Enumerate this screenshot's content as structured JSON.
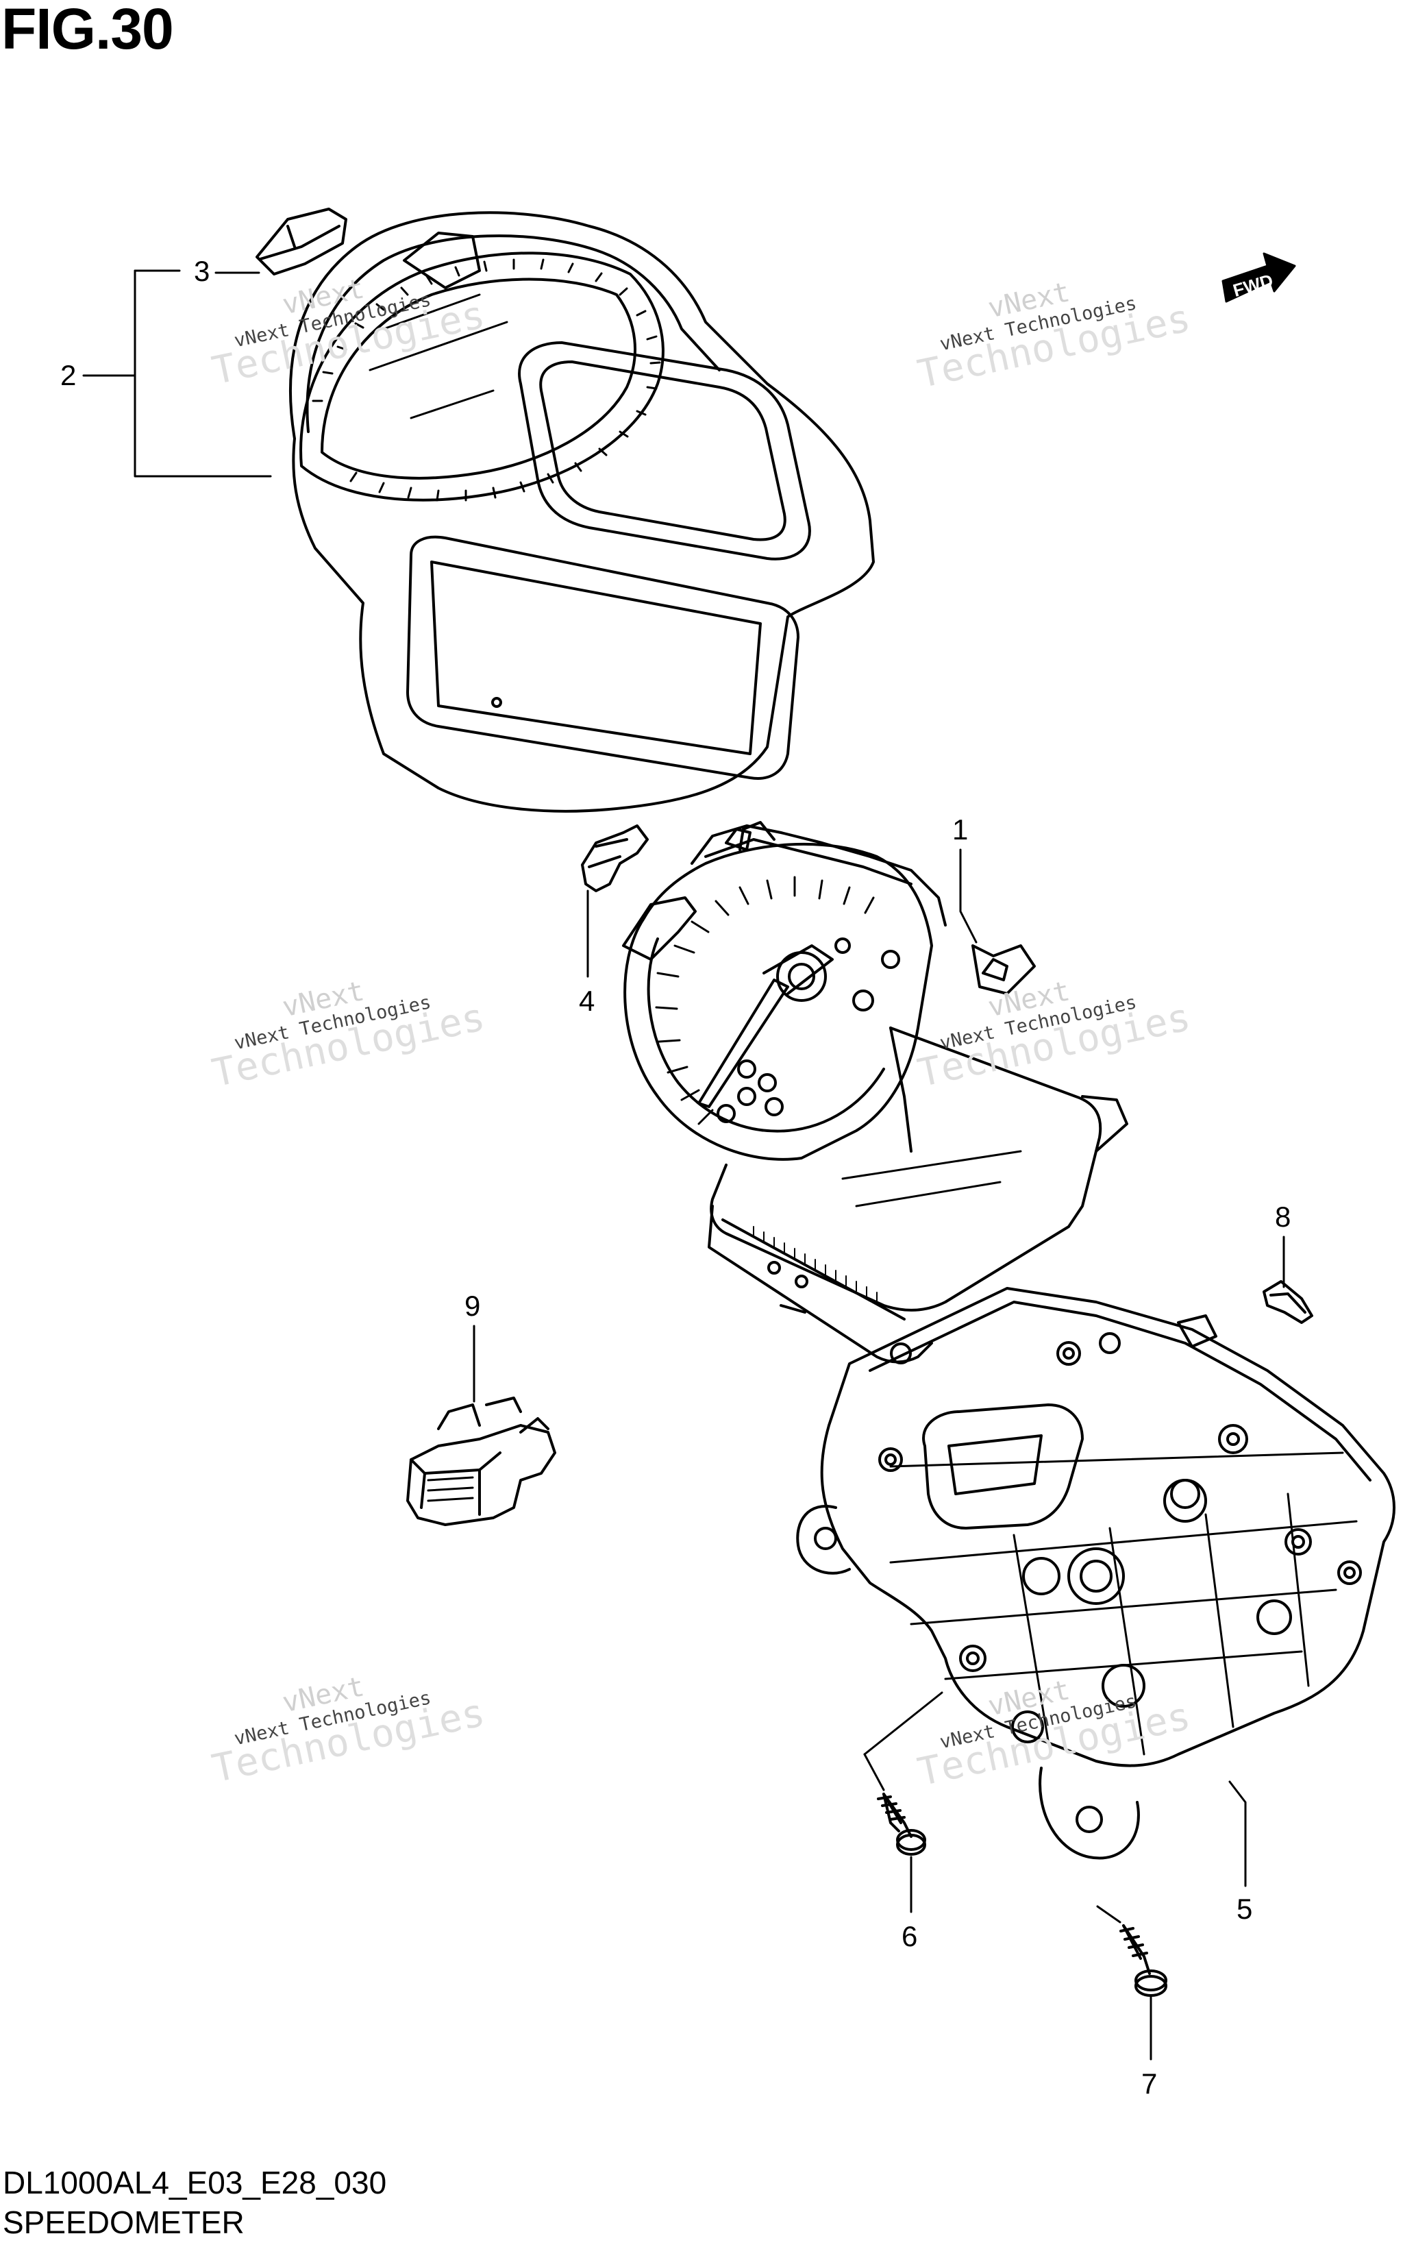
{
  "figure": {
    "title": "FIG.30",
    "model_code": "DL1000AL4_E03_E28_030",
    "section_name": "SPEEDOMETER"
  },
  "fwd_badge": "FWD",
  "callouts": [
    "1",
    "2",
    "3",
    "4",
    "5",
    "6",
    "7",
    "8",
    "9"
  ],
  "watermark": {
    "brand_line1": "vNext",
    "brand_line2": "vNext Technologies",
    "brand_line3": "Technologies"
  }
}
